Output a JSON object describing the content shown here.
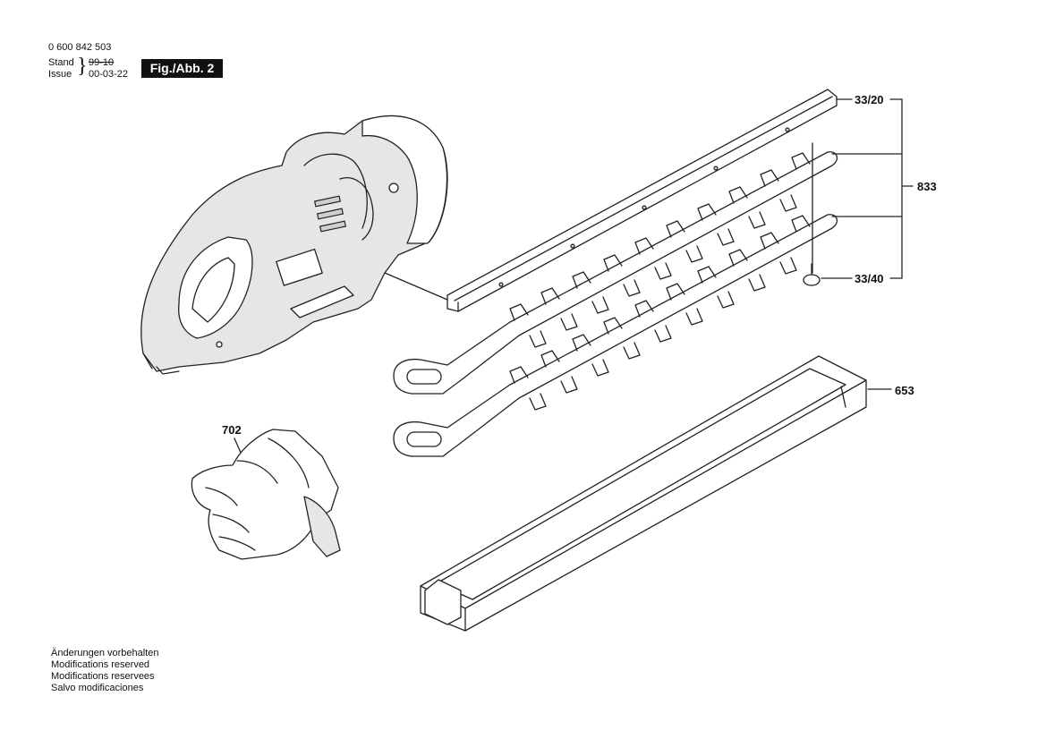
{
  "header": {
    "part_number": "0 600 842 503",
    "stand_label": "Stand",
    "issue_label": "Issue",
    "old_date": "99-10",
    "issue_date": "00-03-22",
    "figure_label": "Fig./Abb. 2"
  },
  "callouts": {
    "rail": "33/20",
    "blade_set": "833",
    "screw": "33/40",
    "blade_cover": "653",
    "gloves": "702"
  },
  "footer_notes": [
    "Änderungen vorbehalten",
    "Modifications reserved",
    "Modifications reservees",
    "Salvo modificaciones"
  ]
}
